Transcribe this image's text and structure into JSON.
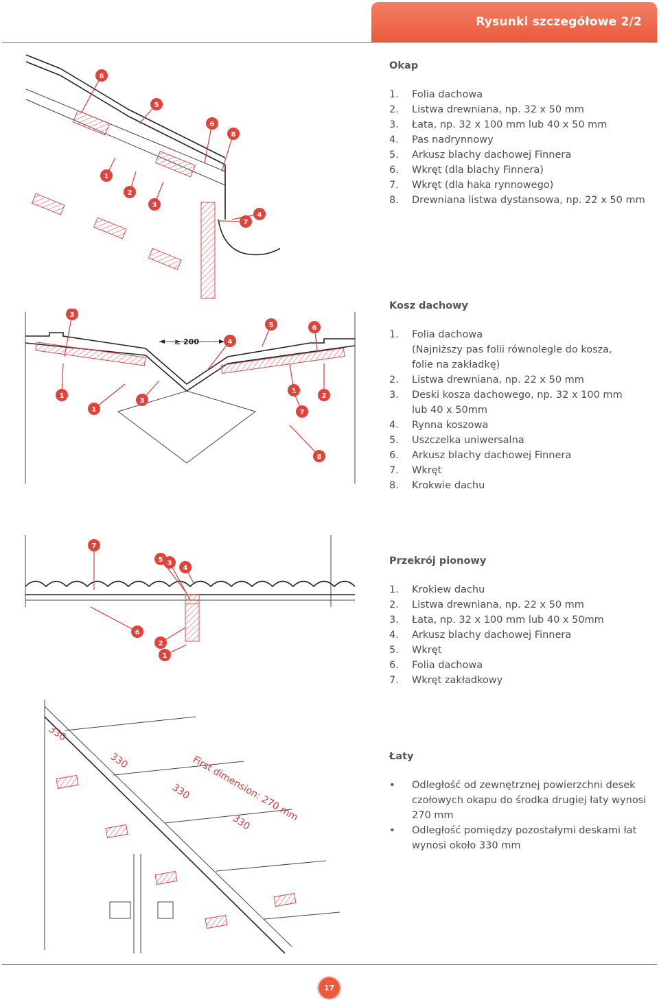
{
  "header": {
    "title": "Rysunki szczegółowe 2/2"
  },
  "sections": [
    {
      "title": "Okap",
      "items": [
        {
          "n": "1.",
          "text": "Folia dachowa"
        },
        {
          "n": "2.",
          "text": "Listwa drewniana, np. 32 x 50 mm"
        },
        {
          "n": "3.",
          "text": "Łata, np. 32 x 100 mm lub 40 x 50 mm"
        },
        {
          "n": "4.",
          "text": "Pas nadrynnowy"
        },
        {
          "n": "5.",
          "text": "Arkusz blachy dachowej Finnera"
        },
        {
          "n": "6.",
          "text": "Wkręt (dla blachy Finnera)"
        },
        {
          "n": "7.",
          "text": "Wkręt (dla haka rynnowego)"
        },
        {
          "n": "8.",
          "text": "Drewniana listwa dystansowa, np. 22 x 50 mm"
        }
      ]
    },
    {
      "title": "Kosz dachowy",
      "items": [
        {
          "n": "1.",
          "text": "Folia dachowa"
        },
        {
          "n": "",
          "text": "(Najniższy pas folii równolegle do kosza,"
        },
        {
          "n": "",
          "text": "folie na zakładkę)"
        },
        {
          "n": "2.",
          "text": "Listwa drewniana, np. 22 x 50 mm"
        },
        {
          "n": "3.",
          "text": "Deski kosza dachowego, np. 32 x 100 mm"
        },
        {
          "n": "",
          "text": "lub 40 x 50mm"
        },
        {
          "n": "4.",
          "text": "Rynna koszowa"
        },
        {
          "n": "5.",
          "text": "Uszczelka uniwersalna"
        },
        {
          "n": "6.",
          "text": "Arkusz blachy dachowej Finnera"
        },
        {
          "n": "7.",
          "text": "Wkręt"
        },
        {
          "n": "8.",
          "text": "Krokwie dachu"
        }
      ]
    },
    {
      "title": "Przekrój pionowy",
      "items": [
        {
          "n": "1.",
          "text": "Krokiew dachu"
        },
        {
          "n": "2.",
          "text": "Listwa drewniana, np. 22 x 50 mm"
        },
        {
          "n": "3.",
          "text": "Łata, np. 32 x 100 mm lub 40 x 50mm"
        },
        {
          "n": "4.",
          "text": "Arkusz blachy dachowej Finnera"
        },
        {
          "n": "5.",
          "text": "Wkręt"
        },
        {
          "n": "6.",
          "text": "Folia dachowa"
        },
        {
          "n": "7.",
          "text": "Wkręt zakładkowy"
        }
      ]
    },
    {
      "title": "Łaty",
      "bullets": [
        {
          "b": "•",
          "lines": [
            "Odległość od zewnętrznej powierzchni desek",
            "czołowych okapu do środka drugiej łaty wynosi",
            "270 mm"
          ]
        },
        {
          "b": "•",
          "lines": [
            "Odległość pomiędzy pozostałymi deskami łat",
            "wynosi około 330 mm"
          ]
        }
      ]
    }
  ],
  "drawings": {
    "okap_callouts": [
      "6",
      "5",
      "6",
      "8",
      "1",
      "2",
      "3",
      "7",
      "4"
    ],
    "kosz_callouts": [
      "3",
      "5",
      "6",
      "4",
      "1",
      "1",
      "3",
      "1",
      "2",
      "7",
      "8"
    ],
    "kosz_dimension": "≥ 200",
    "przekroj_callouts": [
      "7",
      "5",
      "3",
      "4",
      "6",
      "2",
      "1"
    ],
    "laty_labels": [
      "330",
      "330",
      "330",
      "330",
      "First dimension: 270 mm"
    ]
  },
  "footer": {
    "page_number": "17"
  },
  "colors": {
    "accent": "#ea5a3d",
    "callout": "#e0433a"
  }
}
